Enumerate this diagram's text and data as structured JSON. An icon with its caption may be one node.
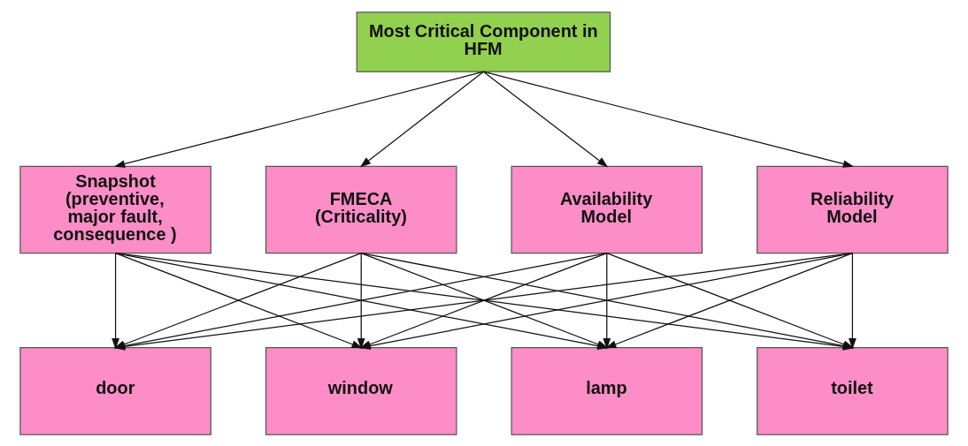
{
  "diagram": {
    "nodes": [
      {
        "text": [
          "Most Critical Component in HFM"
        ]
      },
      {
        "text": [
          "Snapshot (preventive, major fault, consequence )"
        ]
      },
      {
        "text": [
          "FMECA (Criticality)"
        ]
      },
      {
        "text": [
          "Availability Model"
        ]
      },
      {
        "text": [
          "Reliability Model"
        ]
      },
      {
        "text": [
          "door"
        ]
      },
      {
        "text": [
          "window"
        ]
      },
      {
        "text": [
          "lamp"
        ]
      },
      {
        "text": [
          "toilet"
        ]
      }
    ],
    "edges": [
      {
        "from": 0,
        "to": 1,
        "arrow": "to"
      },
      {
        "from": 0,
        "to": 2,
        "arrow": "to"
      },
      {
        "from": 0,
        "to": 3,
        "arrow": "to"
      },
      {
        "from": 0,
        "to": 4,
        "arrow": "to"
      },
      {
        "from": 1,
        "to": 5,
        "arrow": "to"
      },
      {
        "from": 1,
        "to": 6,
        "arrow": "to"
      },
      {
        "from": 1,
        "to": 7,
        "arrow": "to"
      },
      {
        "from": 1,
        "to": 8,
        "arrow": "to"
      },
      {
        "from": 2,
        "to": 5,
        "arrow": "to"
      },
      {
        "from": 2,
        "to": 6,
        "arrow": "to"
      },
      {
        "from": 2,
        "to": 7,
        "arrow": "to"
      },
      {
        "from": 2,
        "to": 8,
        "arrow": "to"
      },
      {
        "from": 3,
        "to": 5,
        "arrow": "to"
      },
      {
        "from": 3,
        "to": 6,
        "arrow": "to"
      },
      {
        "from": 3,
        "to": 7,
        "arrow": "to"
      },
      {
        "from": 3,
        "to": 8,
        "arrow": "to"
      },
      {
        "from": 4,
        "to": 5,
        "arrow": "to"
      },
      {
        "from": 4,
        "to": 6,
        "arrow": "to"
      },
      {
        "from": 4,
        "to": 7,
        "arrow": "to"
      },
      {
        "from": 4,
        "to": 8,
        "arrow": "to"
      }
    ]
  }
}
